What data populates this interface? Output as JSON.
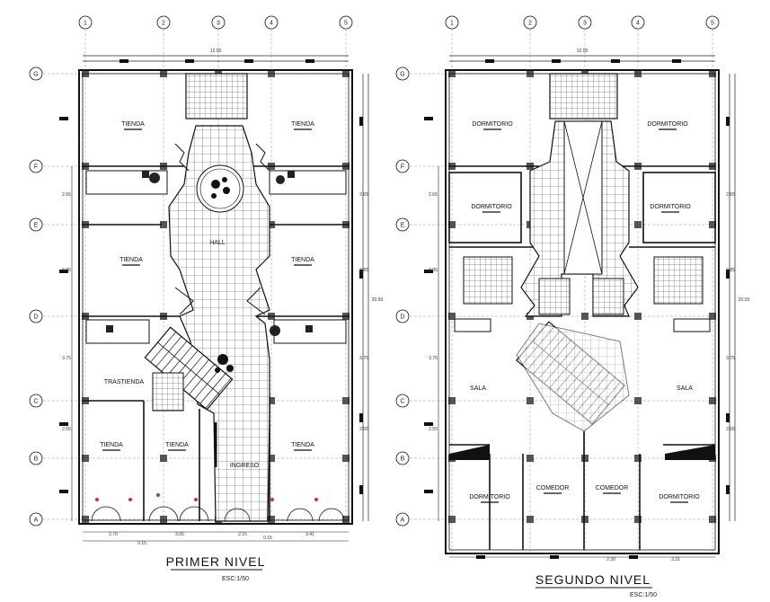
{
  "axes": {
    "columns": [
      "1",
      "2",
      "3",
      "4",
      "5"
    ],
    "rows": [
      "G",
      "F",
      "E",
      "D",
      "C",
      "B",
      "A"
    ]
  },
  "plans": [
    {
      "title": "PRIMER NIVEL",
      "scale": "ESC:1/50",
      "overall_width": "12.00",
      "overall_height": "20.00",
      "rooms": [
        "TIENDA",
        "TIENDA",
        "HALL",
        "TIENDA",
        "TIENDA",
        "TRASTIENDA",
        "TIENDA",
        "TIENDA",
        "TIENDA",
        "INGRESO"
      ],
      "row_dims": [
        "2.65",
        "3.85",
        "3.75",
        "2.55"
      ],
      "right_dims": [
        "2.65",
        "3.85",
        "3.75",
        "2.55"
      ],
      "bottom_dims": [
        "2.70",
        "3.05",
        "2.15",
        "0.15",
        "3.41"
      ],
      "bottom_total": "0.15"
    },
    {
      "title": "SEGUNDO NIVEL",
      "scale": "ESC:1/50",
      "overall_width": "12.00",
      "overall_height": "20.00",
      "rooms": [
        "DORMITORIO",
        "DORMITORIO",
        "DORMITORIO",
        "DORMITORIO",
        "SALA",
        "SALA",
        "DORMITORIO",
        "COMEDOR",
        "COMEDOR",
        "DORMITORIO"
      ],
      "row_dims": [
        "2.65",
        "3.85",
        "3.75",
        "2.55"
      ],
      "right_dims": [
        "2.65",
        "3.85",
        "3.75",
        "2.55"
      ],
      "bottom_dims": [
        "2.30",
        "3.31"
      ],
      "bottom_total": ""
    }
  ]
}
